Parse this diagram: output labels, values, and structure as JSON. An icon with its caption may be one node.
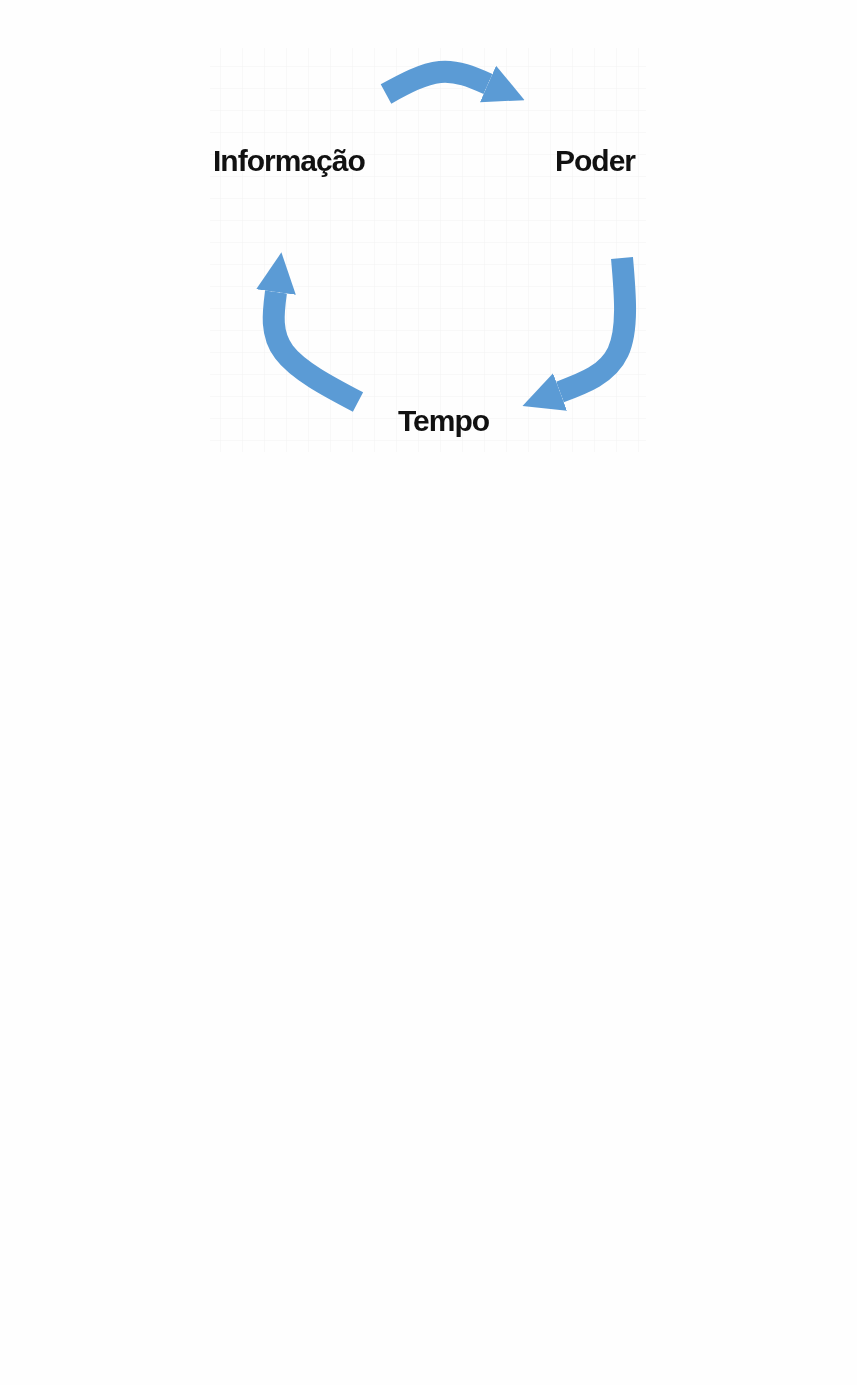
{
  "diagram": {
    "nodes": [
      {
        "text": [
          "Informação"
        ]
      },
      {
        "text": [
          "Poder"
        ]
      },
      {
        "text": [
          "Tempo"
        ]
      }
    ],
    "edges": [
      {
        "from": 0,
        "to": 1,
        "arrow": "to"
      },
      {
        "from": 1,
        "to": 2,
        "arrow": "to"
      },
      {
        "from": 2,
        "to": 0,
        "arrow": "to"
      }
    ]
  }
}
